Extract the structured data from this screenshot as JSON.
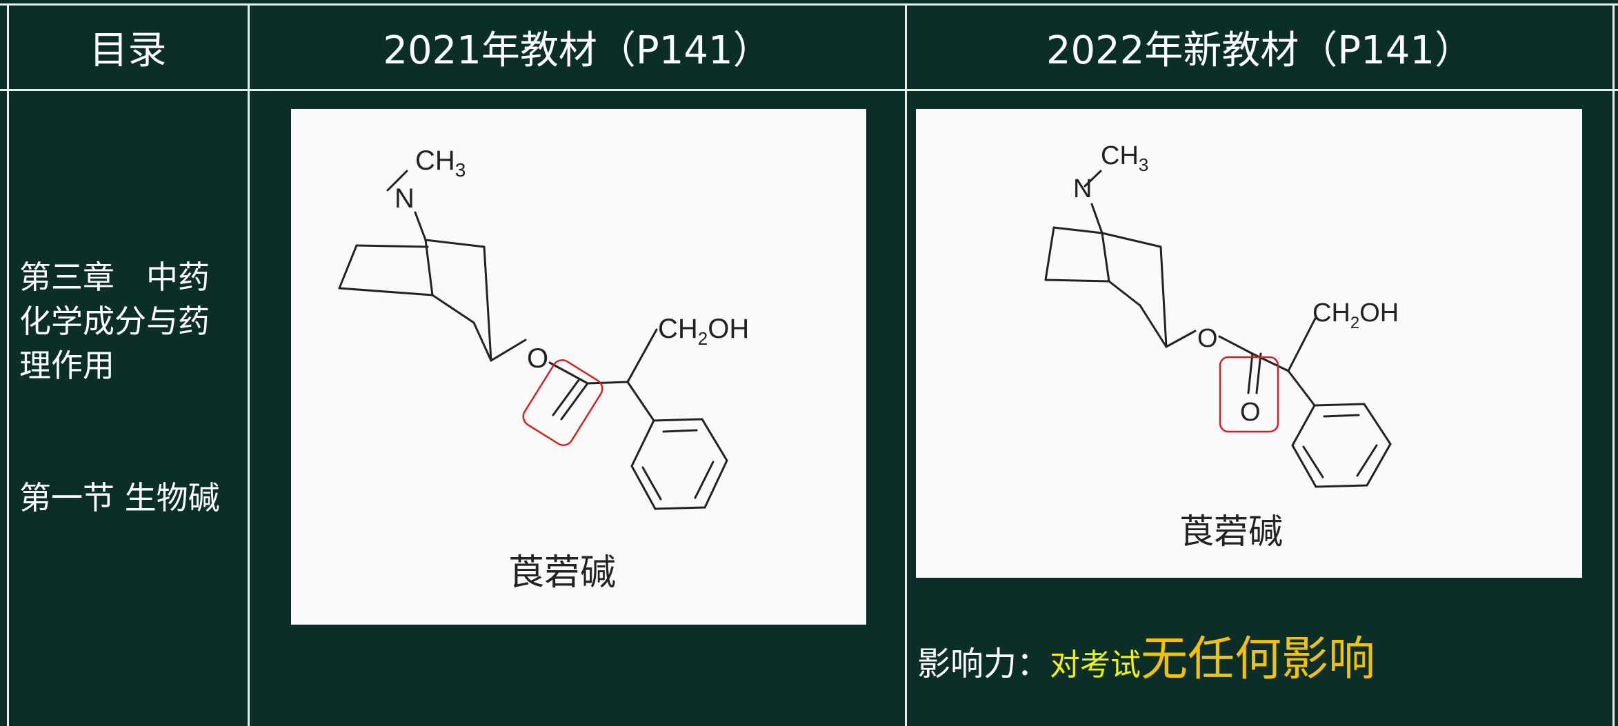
{
  "header": {
    "col_toc": "目录",
    "col_2021": "2021年教材（P141）",
    "col_2022": "2022年新教材（P141）"
  },
  "sidebar": {
    "chapter": "第三章　中药化学成分与药理作用",
    "section": "第一节 生物碱"
  },
  "molecule": {
    "ch3": "CH",
    "ch3_sub": "3",
    "n": "N",
    "o": "O",
    "ch2oh_a": "CH",
    "ch2oh_sub": "2",
    "ch2oh_b": "OH",
    "carbonyl_o": "O",
    "name": "莨菪碱"
  },
  "impact": {
    "label": "影响力：",
    "lead": "对考试",
    "emphasis": "无任何影响"
  },
  "colors": {
    "background": "#0b2e29",
    "grid": "#e8efe9",
    "highlight_box": "#d42020",
    "yellow": "#f3f400",
    "gold": "#f4c200"
  }
}
